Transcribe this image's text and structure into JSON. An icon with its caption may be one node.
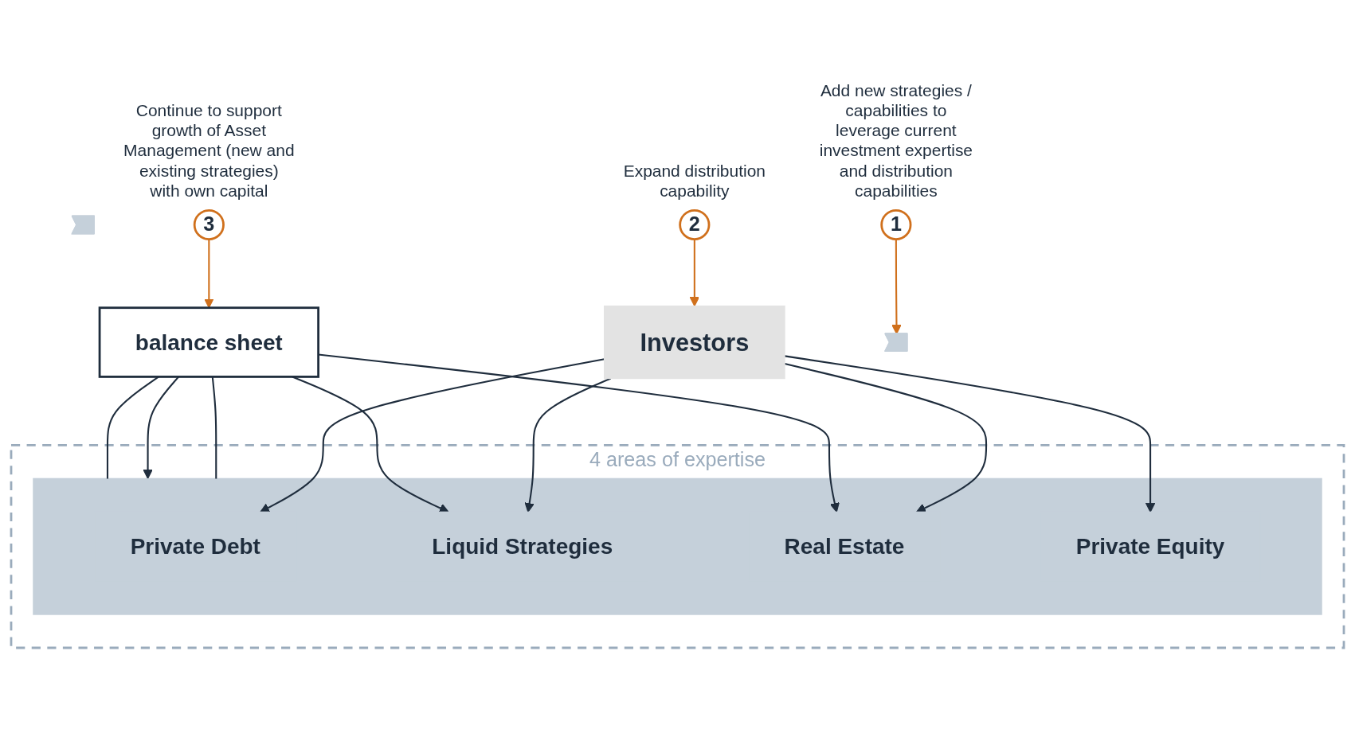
{
  "diagram": {
    "nodes": [
      {
        "text": [
          "Investors"
        ]
      },
      {
        "text": [
          "4 areas of expertise"
        ]
      },
      {
        "text": [],
        "shape": "box",
        "in": 1
      },
      {
        "text": [
          "Private Debt"
        ],
        "in": 2
      },
      {
        "text": [
          "Liquid Strategies"
        ],
        "in": 2
      },
      {
        "text": [
          "Real Estate"
        ],
        "in": 2
      },
      {
        "text": [
          "Private Equity"
        ],
        "in": 2
      },
      {
        "text": [
          "balance sheet"
        ]
      },
      {
        "text": [],
        "shape": "arrow"
      },
      {
        "text": [],
        "shape": "arrow"
      },
      {
        "text": [
          "1"
        ],
        "beside": [
          "Add new strategies / capabilities to leverage current investment expertise and distribution capabilities"
        ]
      },
      {
        "text": [
          "2"
        ],
        "beside": [
          "Expand distribution capability"
        ]
      },
      {
        "text": [
          "3"
        ],
        "beside": [
          "Continue to support growth of Asset Management (new and existing strategies) with own capital"
        ]
      }
    ],
    "edges": [
      {
        "from": 0,
        "to": 3,
        "arrow": "to"
      },
      {
        "from": 0,
        "to": 4,
        "arrow": "to"
      },
      {
        "from": 0,
        "to": 5,
        "arrow": "to"
      },
      {
        "from": 0,
        "to": 6,
        "arrow": "to"
      },
      {
        "from": 7,
        "to": 2,
        "arrow": "none"
      },
      {
        "from": 7,
        "to": 4,
        "arrow": "to"
      },
      {
        "from": 7,
        "to": 2,
        "arrow": "to"
      },
      {
        "from": 7,
        "to": 5,
        "arrow": "to"
      },
      {
        "from": 7,
        "to": 2,
        "arrow": "none"
      },
      {
        "from": 10,
        "to": 8,
        "arrow": "to",
        "color": "#d0701c"
      },
      {
        "from": 11,
        "to": 0,
        "arrow": "to",
        "color": "#d0701c"
      },
      {
        "from": 12,
        "to": 7,
        "arrow": "to",
        "color": "#d0701c"
      }
    ]
  }
}
